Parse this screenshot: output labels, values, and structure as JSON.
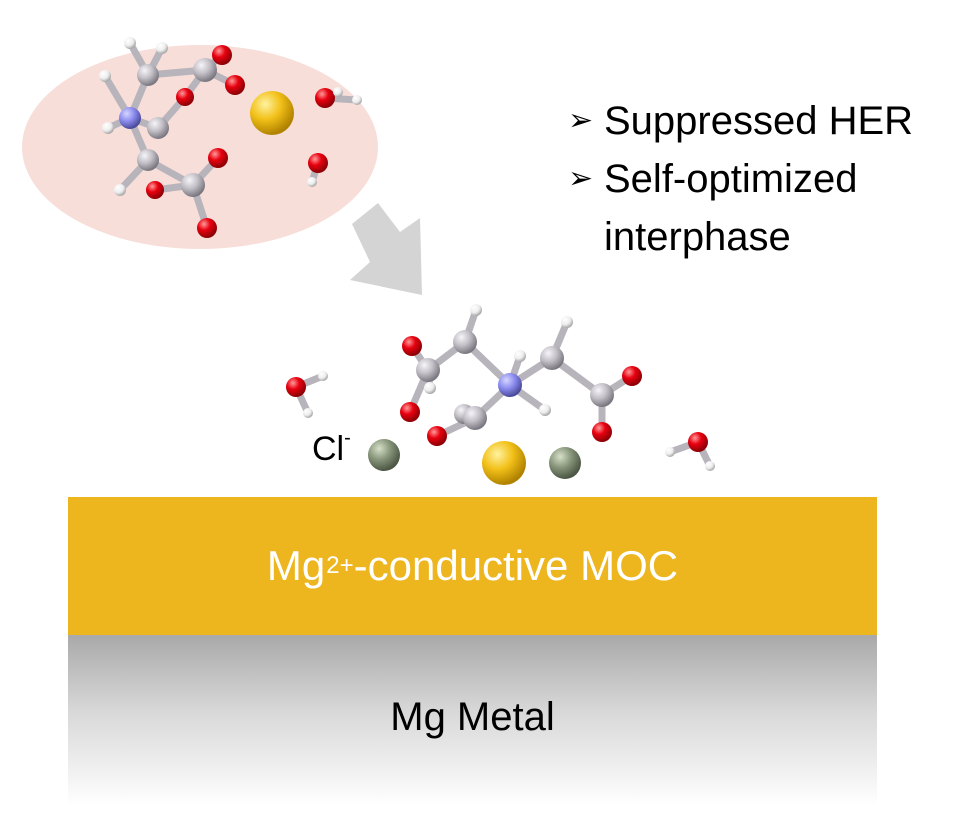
{
  "bullets": {
    "marker": "➢",
    "item1": "Suppressed HER",
    "item2_line1": "Self-optimized",
    "item2_line2": "interphase"
  },
  "chloride": {
    "symbol": "Cl",
    "charge": "-"
  },
  "moc_layer": {
    "prefix": "Mg",
    "charge": "2+",
    "suffix": "-conductive MOC"
  },
  "metal_layer": {
    "label": "Mg Metal"
  },
  "colors": {
    "oxygen": "#e8000f",
    "carbon": "#c2bfc6",
    "nitrogen": "#8c8cf0",
    "hydrogen": "#f2f2f2",
    "magnesium_ion": "#f2c018",
    "chloride": "#87957a",
    "moc_layer": "#edb51e",
    "bubble": "#f8ded9"
  }
}
